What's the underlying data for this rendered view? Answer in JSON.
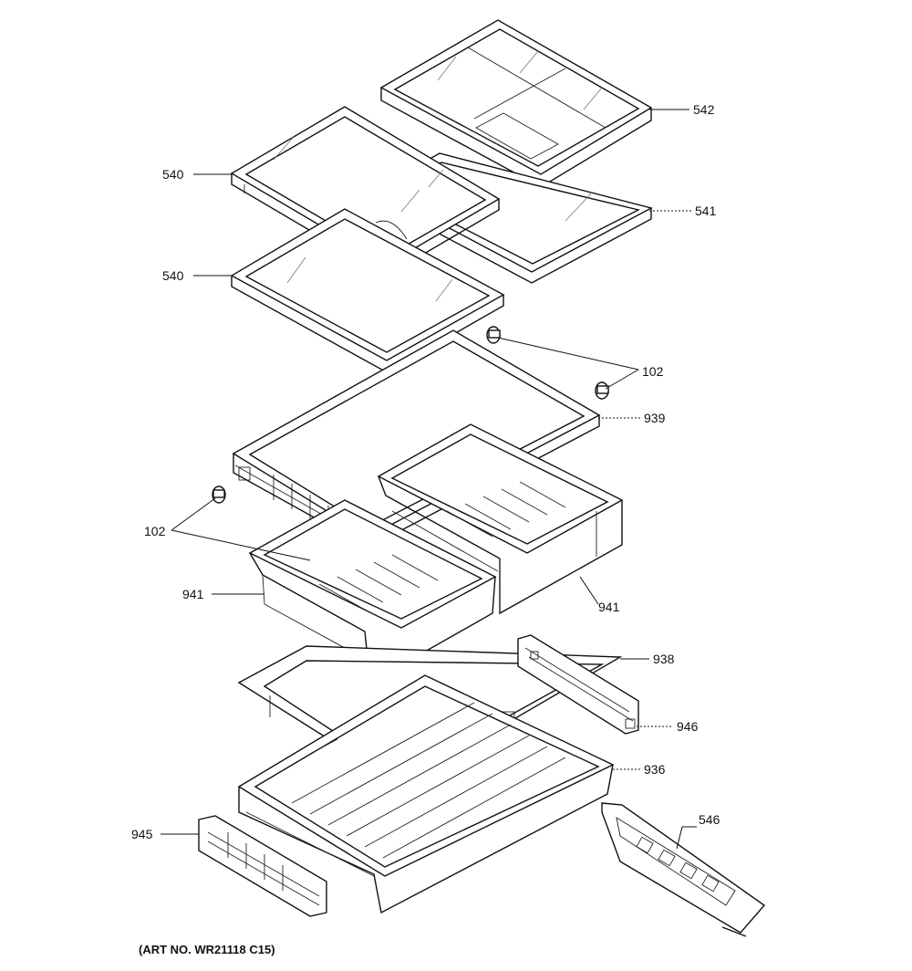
{
  "callouts": [
    {
      "id": "542",
      "text": "542"
    },
    {
      "id": "540a",
      "text": "540"
    },
    {
      "id": "541",
      "text": "541"
    },
    {
      "id": "540b",
      "text": "540"
    },
    {
      "id": "102a",
      "text": "102"
    },
    {
      "id": "939",
      "text": "939"
    },
    {
      "id": "102b",
      "text": "102"
    },
    {
      "id": "941a",
      "text": "941"
    },
    {
      "id": "941b",
      "text": "941"
    },
    {
      "id": "938",
      "text": "938"
    },
    {
      "id": "946",
      "text": "946"
    },
    {
      "id": "936",
      "text": "936"
    },
    {
      "id": "945",
      "text": "945"
    },
    {
      "id": "546",
      "text": "546"
    }
  ],
  "art_number": "(ART NO. WR21118 C15)"
}
